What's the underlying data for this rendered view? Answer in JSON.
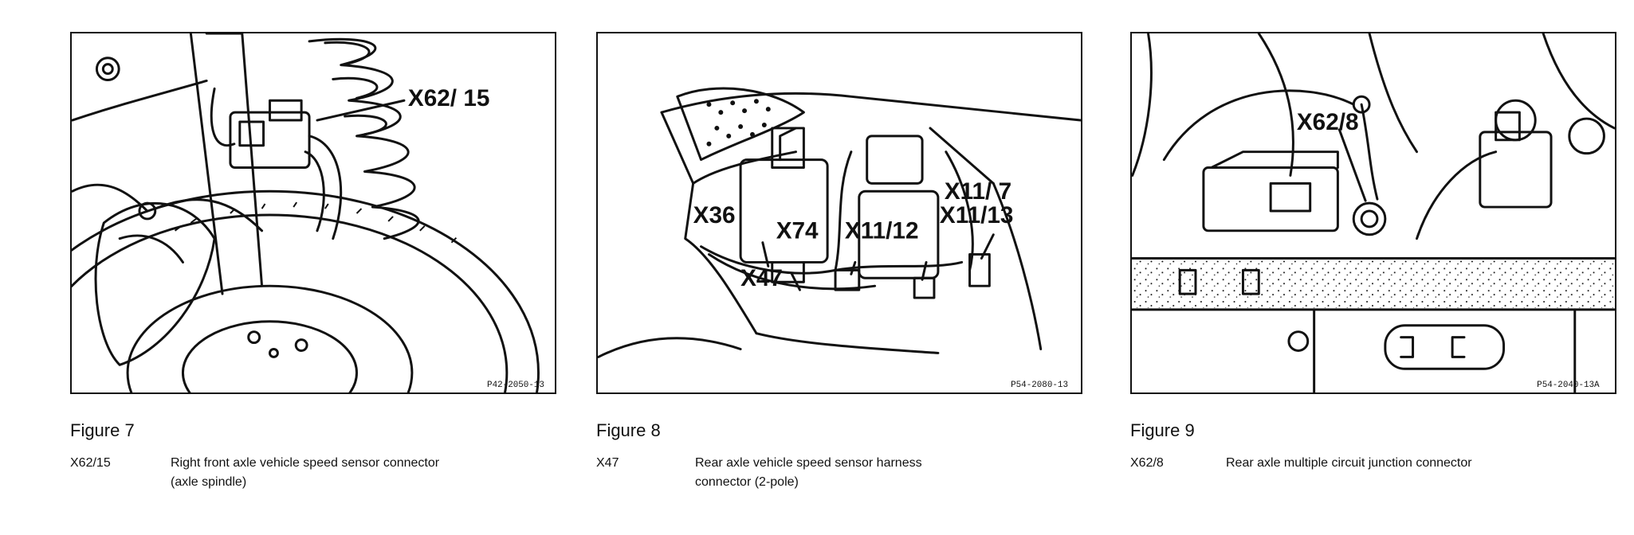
{
  "figures": [
    {
      "title": "Figure 7",
      "callouts": [
        "X62/ 15"
      ],
      "part_number": "P42-2050-13",
      "legend_code": "X62/15",
      "legend_desc_line1": "Right front axle vehicle speed sensor connector",
      "legend_desc_line2": "(axle spindle)"
    },
    {
      "title": "Figure 8",
      "callouts": [
        "X36",
        "X74",
        "X11/12",
        "X11/ 7",
        "X11/13",
        "X47"
      ],
      "part_number": "P54-2080-13",
      "legend_code": "X47",
      "legend_desc_line1": "Rear axle vehicle speed sensor harness",
      "legend_desc_line2": "connector (2-pole)"
    },
    {
      "title": "Figure 9",
      "callouts": [
        "X62/8"
      ],
      "part_number": "P54-2040-13A",
      "legend_code": "X62/8",
      "legend_desc_line1": "Rear axle multiple circuit junction connector",
      "legend_desc_line2": ""
    }
  ]
}
